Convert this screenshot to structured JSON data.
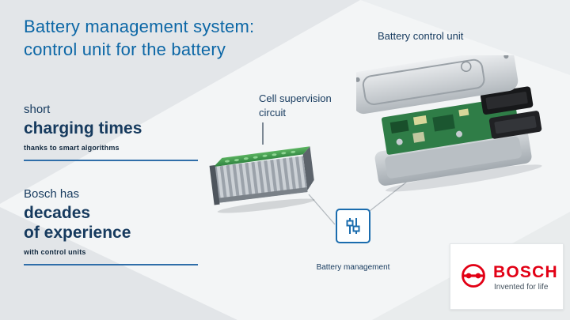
{
  "slide": {
    "title": {
      "line1": "Battery management system:",
      "line2": "control unit for the battery"
    },
    "annotations": {
      "battery_control_unit": "Battery control unit",
      "cell_supervision_line1": "Cell supervision",
      "cell_supervision_line2": "circuit",
      "battery_management": "Battery management"
    },
    "facts": {
      "charging": {
        "intro": "short",
        "headline": "charging times",
        "note": "thanks to smart algorithms"
      },
      "experience": {
        "intro": "Bosch has",
        "headline_line1": "decades",
        "headline_line2": "of experience",
        "note": "with control units"
      }
    },
    "logo": {
      "brand": "BOSCH",
      "tagline": "Invented for life"
    },
    "icons": {
      "battery_management": "sliders-icon",
      "bosch_symbol": "bosch-armature-icon"
    },
    "colors": {
      "title_blue": "#0c67a6",
      "navy": "#163a5e",
      "divider_blue": "#2f6ea9",
      "bosch_red": "#e20015",
      "pcb_green": "#2f7d47",
      "cell_green": "#4aa34e"
    }
  }
}
